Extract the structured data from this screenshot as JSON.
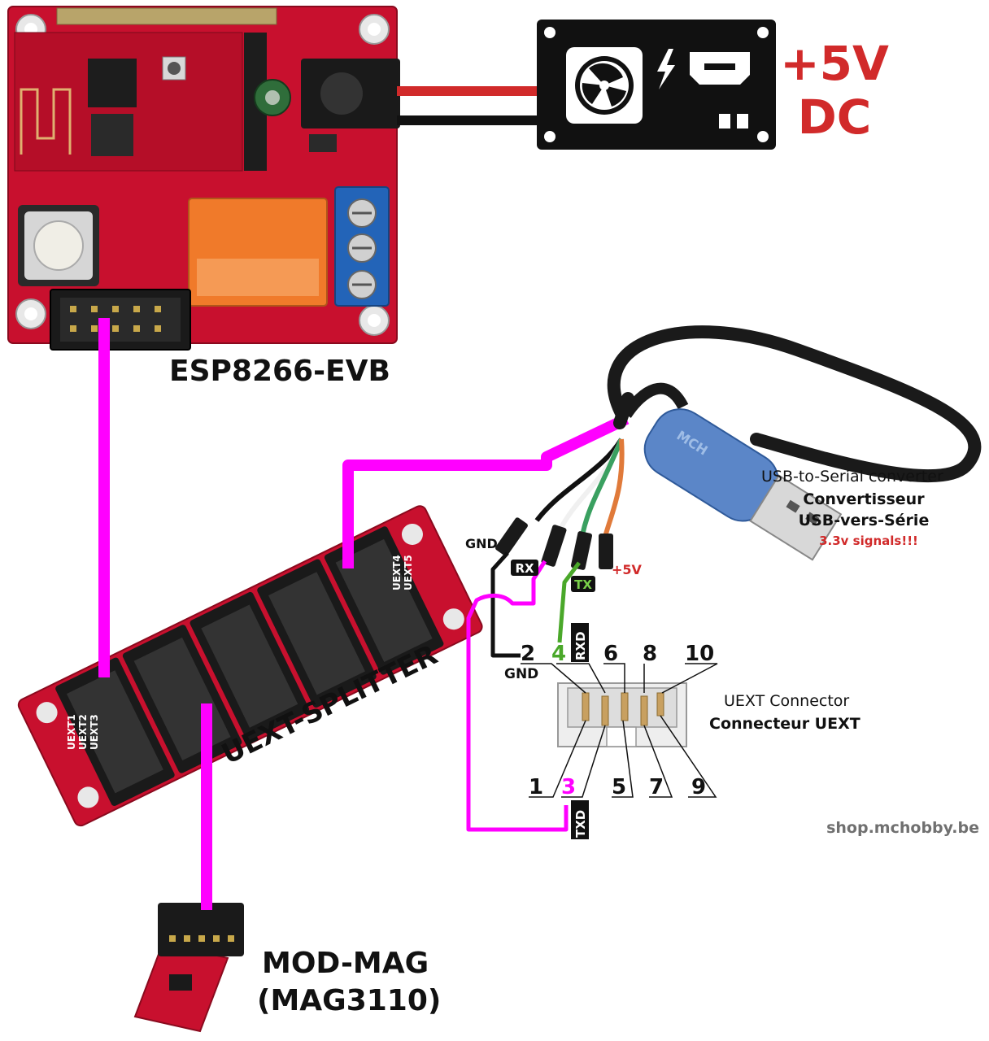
{
  "power_label": {
    "line1": "+5V",
    "line2": "DC"
  },
  "board_label": "ESP8266-EVB",
  "splitter_label": "UEXT-SPLITTER",
  "splitter_ports": [
    "UEXT1",
    "UEXT2",
    "UEXT3",
    "UEXT4",
    "UEXT5"
  ],
  "module_label": {
    "line1": "MOD-MAG",
    "line2": "(MAG3110)"
  },
  "converter_label": {
    "en": "USB-to-Serial converter",
    "fr1": "Convertisseur",
    "fr2": "USB-vers-Série",
    "warning": "3.3v signals!!!"
  },
  "cable_brand": "MCH",
  "wire_labels": {
    "gnd": "GND",
    "rx": "RX",
    "tx": "TX",
    "vcc": "+5V"
  },
  "uext_connector": {
    "title_en": "UEXT Connector",
    "title_fr": "Connecteur UEXT",
    "top_pins": [
      "2",
      "4",
      "6",
      "8",
      "10"
    ],
    "bottom_pins": [
      "1",
      "3",
      "5",
      "7",
      "9"
    ],
    "pin2_name": "GND",
    "pin4_name": "RXD",
    "pin3_name": "TXD"
  },
  "credit": "shop.mchobby.be",
  "colors": {
    "wire_magenta": "#ff00ff",
    "wire_green": "#4aa82a",
    "pcb_red": "#c8102e",
    "label_red": "#d12a2a",
    "usb_blue": "#5b86c8"
  },
  "icons": [
    "fan-icon",
    "lightning-icon",
    "power-socket-icon"
  ]
}
